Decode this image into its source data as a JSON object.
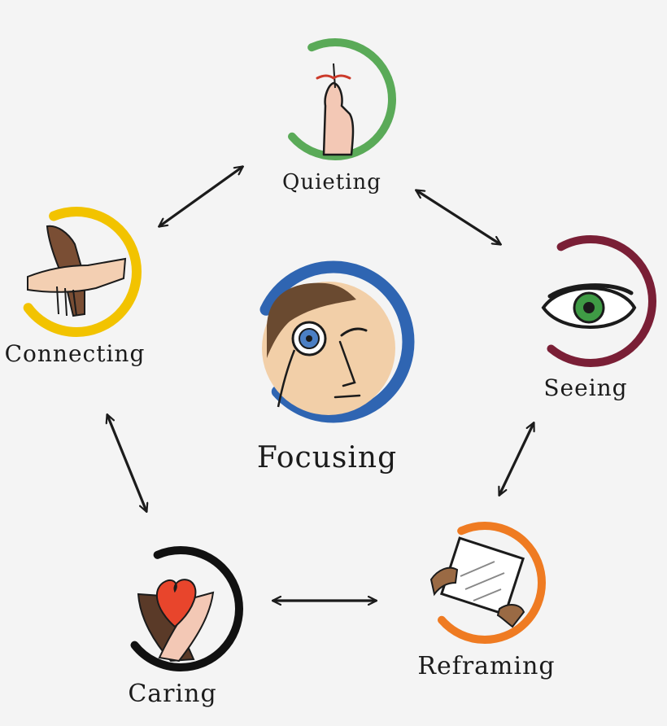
{
  "diagram": {
    "center": {
      "label": "Focusing",
      "color": "#2f65b2",
      "icon": "monocle-face-icon"
    },
    "nodes": [
      {
        "id": "quieting",
        "label": "Quieting",
        "color": "#5aaa58",
        "icon": "finger-on-lips-icon"
      },
      {
        "id": "seeing",
        "label": "Seeing",
        "color": "#7a1f36",
        "icon": "eye-icon"
      },
      {
        "id": "reframing",
        "label": "Reframing",
        "color": "#ef7b22",
        "icon": "hands-holding-frame-icon"
      },
      {
        "id": "caring",
        "label": "Caring",
        "color": "#111111",
        "icon": "hands-holding-heart-icon"
      },
      {
        "id": "connecting",
        "label": "Connecting",
        "color": "#f2c300",
        "icon": "clasped-hands-icon"
      }
    ],
    "connections": [
      [
        "connecting",
        "quieting"
      ],
      [
        "quieting",
        "seeing"
      ],
      [
        "seeing",
        "reframing"
      ],
      [
        "reframing",
        "caring"
      ],
      [
        "caring",
        "connecting"
      ]
    ]
  }
}
